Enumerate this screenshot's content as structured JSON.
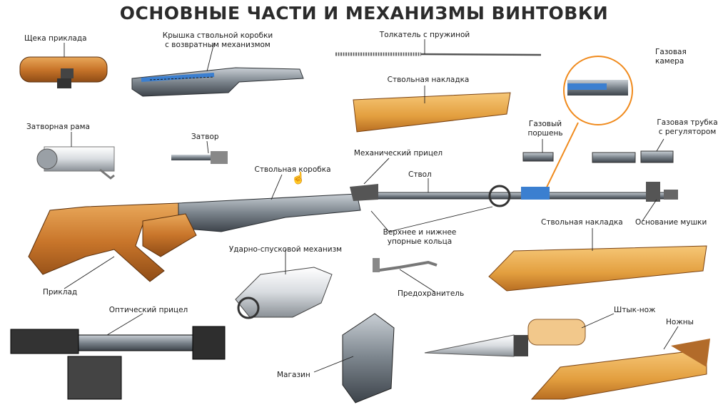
{
  "title": "ОСНОВНЫЕ ЧАСТИ И МЕХАНИЗМЫ ВИНТОВКИ",
  "labels": {
    "cheek_piece": "Щека приклада",
    "receiver_cover": "Крышка ствольной коробки\nс возвратным механизмом",
    "pusher_spring": "Толкатель с пружиной",
    "gas_chamber": "Газовая\nкамера",
    "barrel_guard": "Ствольная накладка",
    "bolt_carrier": "Затворная рама",
    "bolt": "Затвор",
    "gas_piston": "Газовый\nпоршень",
    "gas_tube": "Газовая трубка\nс регулятором",
    "mechanical_sight": "Механический прицел",
    "receiver": "Ствольная коробка",
    "barrel": "Ствол",
    "front_sight_base": "Основание мушки",
    "handguard": "Ствольная накладка",
    "rings": "Верхнее и нижнее\nупорные кольца",
    "trigger": "Ударно-спусковой механизм",
    "stock": "Приклад",
    "safety": "Предохранитель",
    "optical_sight": "Оптический прицел",
    "bayonet": "Штык-нож",
    "scabbard": "Ножны",
    "magazine": "Магазин"
  },
  "colors": {
    "wood": "#c8752a",
    "wood_light": "#e8a445",
    "metal": "#6e7780",
    "metal_dark": "#3a3f45",
    "blue": "#3b7fd0",
    "callout": "#f08a1c"
  },
  "icons": [
    "hand-cursor-icon"
  ]
}
